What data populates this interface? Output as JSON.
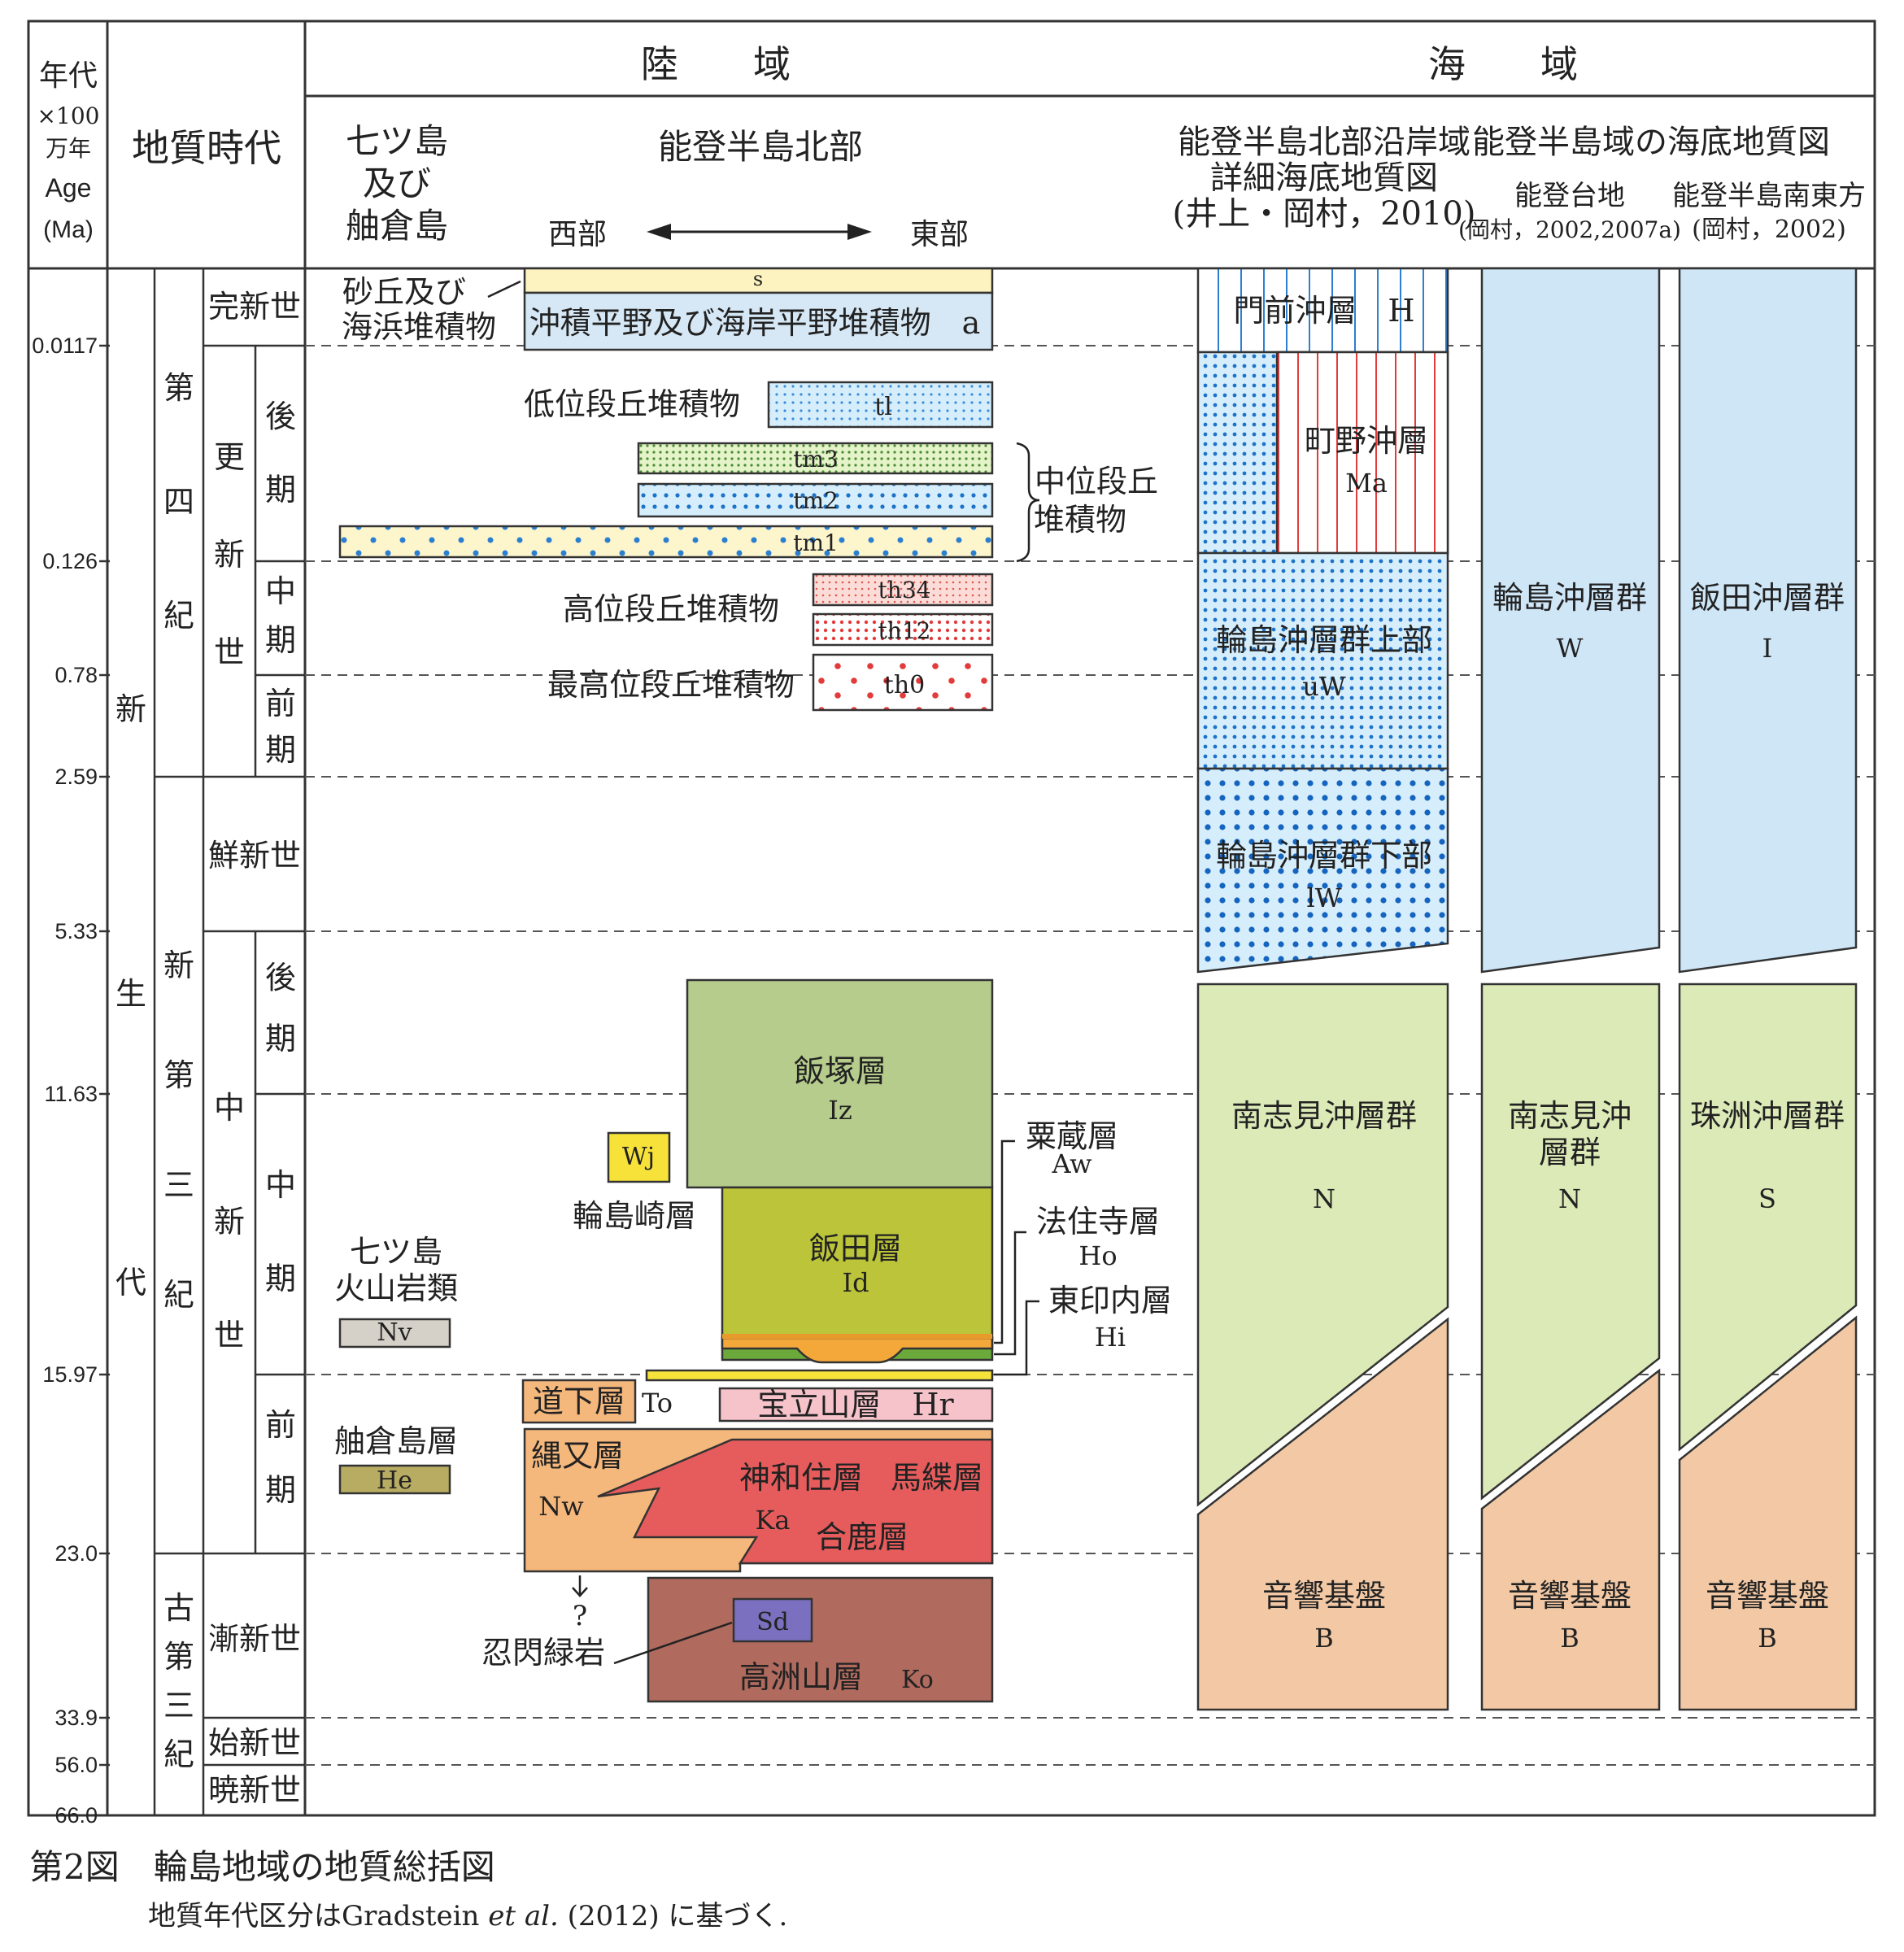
{
  "header": {
    "age_title": "年代",
    "age_unit1": "×100",
    "age_unit2": "万年",
    "age_unit3": "Age",
    "age_unit4": "(Ma)",
    "period_title": "地質時代",
    "land_title": "陸　　域",
    "sea_title": "海　　域",
    "nanatsu_line1": "七ツ島",
    "nanatsu_line2": "及び",
    "nanatsu_line3": "舳倉島",
    "noto_north": "能登半島北部",
    "west": "西部",
    "east": "東部",
    "coast_line1": "能登半島北部沿岸域",
    "coast_line2": "詳細海底地質図",
    "coast_line3": "(井上・岡村，2010)",
    "sea_map_title": "能登半島域の海底地質図",
    "plateau": "能登台地",
    "plateau_ref": "(岡村，2002,2007a)",
    "southeast": "能登半島南東方",
    "southeast_ref": "(岡村，2002)"
  },
  "ages": [
    "0.0117",
    "0.126",
    "0.78",
    "2.59",
    "5.33",
    "11.63",
    "15.97",
    "23.0",
    "33.9",
    "56.0",
    "66.0"
  ],
  "periods": {
    "era": [
      "新",
      "生",
      "代"
    ],
    "quaternary": [
      "第",
      "四",
      "紀"
    ],
    "neogene": [
      "新",
      "第",
      "三",
      "紀"
    ],
    "paleogene": [
      "古",
      "第",
      "三",
      "紀"
    ],
    "holocene": "完新世",
    "pleistocene": [
      "更",
      "新",
      "世"
    ],
    "pliocene": "鮮新世",
    "miocene": [
      "中",
      "新",
      "世"
    ],
    "oligocene": "漸新世",
    "eocene": "始新世",
    "paleocene": "暁新世",
    "late": [
      "後",
      "期"
    ],
    "middle": [
      "中",
      "期"
    ],
    "early": [
      "前",
      "期"
    ]
  },
  "land": {
    "dune_label1": "砂丘及び",
    "dune_label2": "海浜堆積物",
    "s": "s",
    "alluvium": "沖積平野及び海岸平野堆積物　a",
    "low_terrace": "低位段丘堆積物",
    "tl": "tl",
    "tm3": "tm3",
    "tm2": "tm2",
    "tm1": "tm1",
    "mid_terrace1": "中位段丘",
    "mid_terrace2": "堆積物",
    "high_terrace": "高位段丘堆積物",
    "th34": "th34",
    "th12": "th12",
    "highest_terrace": "最高位段丘堆積物",
    "th0": "th0",
    "iizuka": "飯塚層",
    "iz": "Iz",
    "wj": "Wj",
    "wajimazaki": "輪島崎層",
    "iida": "飯田層",
    "id": "Id",
    "awakura": "粟蔵層",
    "aw": "Aw",
    "hojuji": "法住寺層",
    "ho": "Ho",
    "higashiinnai": "東印内層",
    "hi": "Hi",
    "nanatsu_volc1": "七ツ島",
    "nanatsu_volc2": "火山岩類",
    "nv": "Nv",
    "doge": "道下層",
    "to": "To",
    "horyuzan": "宝立山層　Hr",
    "hegura": "舳倉島層",
    "he": "He",
    "nawamata": "縄又層",
    "nw": "Nw",
    "jinnasumi": "神和住層",
    "baren": "馬緤層",
    "ka": "Ka",
    "goroku": "合鹿層",
    "question": "?",
    "sd": "Sd",
    "oshinobu": "忍閃緑岩",
    "kosuzan": "高洲山層",
    "ko": "Ko"
  },
  "sea": {
    "monzen": "門前沖層　H",
    "machino1": "町野沖層",
    "machino2": "Ma",
    "upper_w1": "輪島沖層群上部",
    "upper_w2": "uW",
    "lower_w1": "輪島沖層群下部",
    "lower_w2": "lW",
    "wajima_group1": "輪島沖層群",
    "wajima_group2": "W",
    "iida_group1": "飯田沖層群",
    "iida_group2": "I",
    "minamishimi1": "南志見沖層群",
    "minamishimi2": "N",
    "minamishimi_b1": "南志見沖",
    "minamishimi_b2": "層群",
    "minamishimi_b3": "N",
    "suzu1": "珠洲沖層群",
    "suzu2": "S",
    "basement1": "音響基盤",
    "basement2": "B"
  },
  "caption": {
    "title": "第2図　輪島地域の地質総括図",
    "note_pre": "地質年代区分はGradstein",
    "note_etal": "et al.",
    "note_post": "(2012) に基づく."
  },
  "colors": {
    "holocene_a": "#d6e8f5",
    "sand": "#fdf3c0",
    "seafloor_blue": "#cfe6f7",
    "dots_blue": "#1e88e5",
    "green_n": "#dbeab7",
    "basement": "#f3c9a5",
    "iizuka": "#b5cc8c",
    "iida": "#bcc43a",
    "red_ka": "#e65c5c",
    "orange_nw": "#f4b77c",
    "brown_ko": "#b06a5e",
    "pink_hr": "#f6c3cb",
    "yellow_wj": "#f7e23a"
  }
}
